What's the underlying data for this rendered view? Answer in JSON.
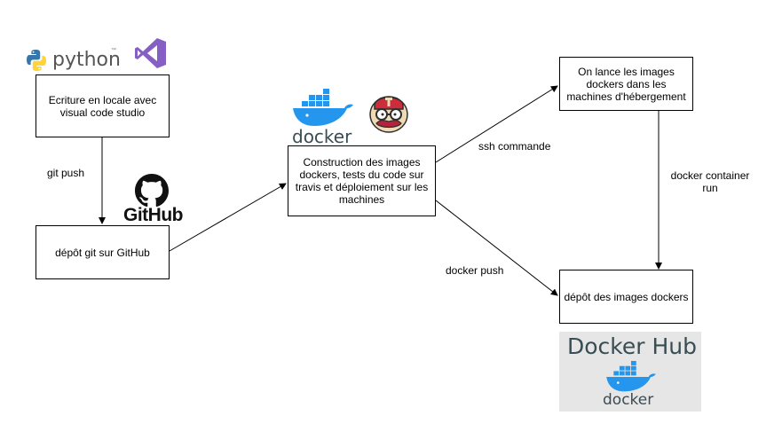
{
  "nodes": {
    "local_dev": "Ecriture en locale avec visual code studio",
    "github_repo": "dépôt git sur GitHub",
    "build": "Construction des images dockers, tests du code sur travis et déploiement sur les machines",
    "launch": "On lance les images dockers dans les machines d'hébergement",
    "image_repo": "dépôt des images dockers"
  },
  "edges": {
    "git_push": "git push",
    "ssh": "ssh commande",
    "docker_push": "docker push",
    "container_run": "docker container run"
  },
  "logos": {
    "python": "python",
    "python_tm": "™",
    "github": "GitHub",
    "docker": "docker",
    "docker_hub_title": "Docker Hub",
    "docker_hub_word": "docker"
  },
  "colors": {
    "python_blue": "#3776ab",
    "python_yellow": "#ffd43b",
    "vs_purple": "#865fc5",
    "docker_blue": "#2496ed",
    "docker_dark": "#394d54",
    "hub_background": "#e6e6e6"
  }
}
